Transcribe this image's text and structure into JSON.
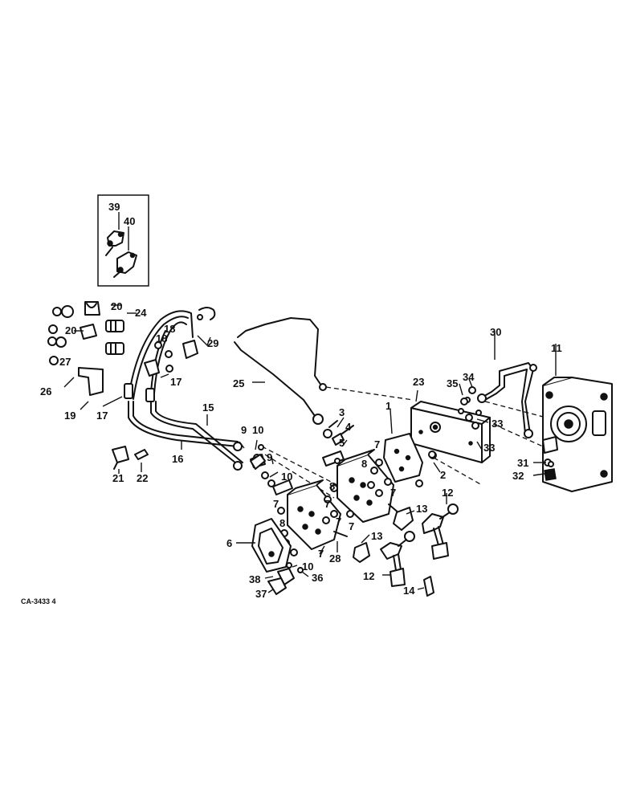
{
  "figure_code": "CA-3433 4",
  "callouts": [
    "1",
    "2",
    "3",
    "4",
    "5",
    "6",
    "7",
    "8",
    "9",
    "10",
    "11",
    "12",
    "13",
    "14",
    "15",
    "16",
    "17",
    "18",
    "19",
    "20",
    "21",
    "22",
    "23",
    "24",
    "25",
    "26",
    "27",
    "28",
    "29",
    "30",
    "31",
    "32",
    "33",
    "34",
    "35",
    "36",
    "37",
    "38",
    "39",
    "40"
  ]
}
